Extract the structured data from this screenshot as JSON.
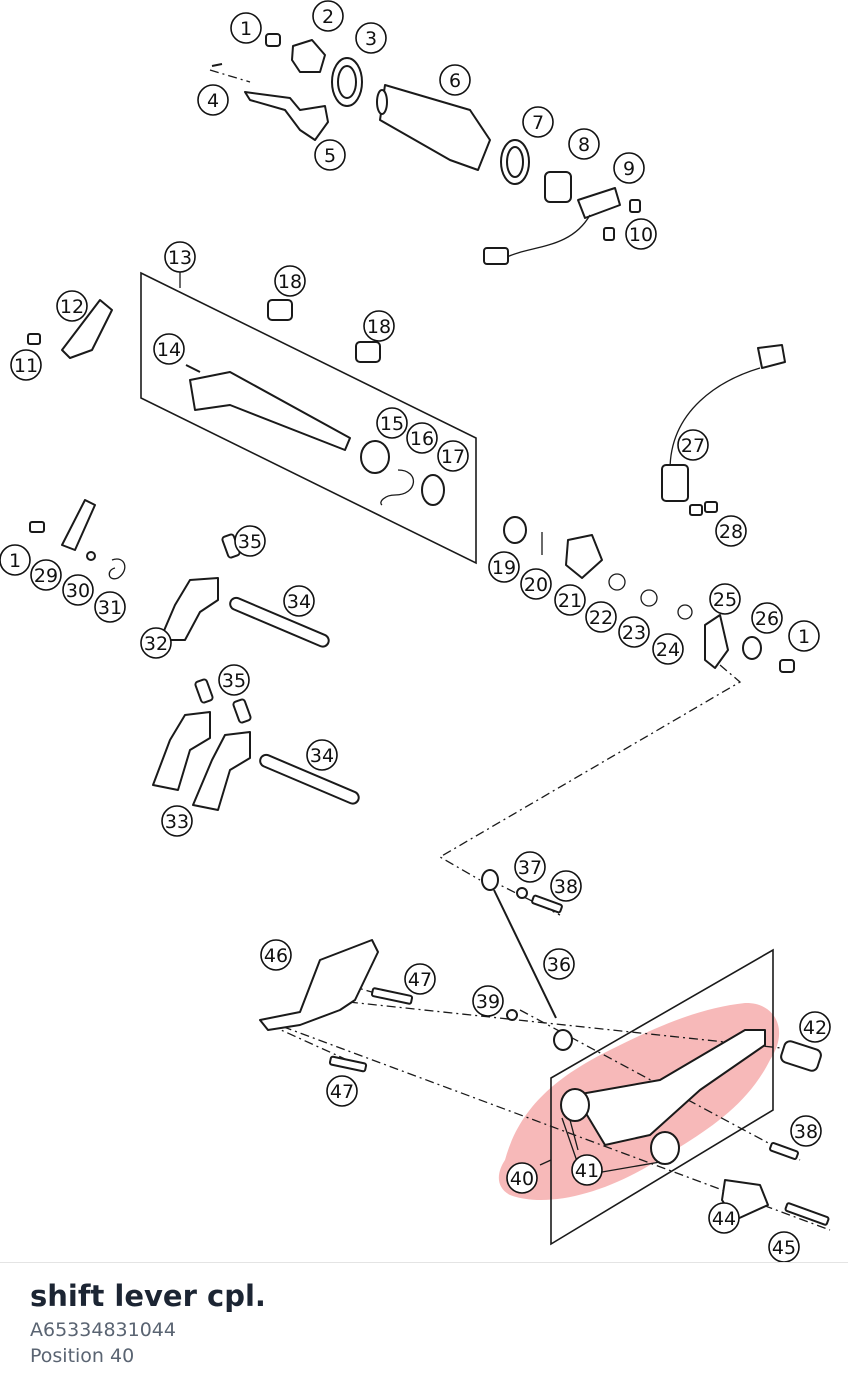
{
  "diagram": {
    "callouts": [
      {
        "label": "1"
      },
      {
        "label": "2"
      },
      {
        "label": "3"
      },
      {
        "label": "4"
      },
      {
        "label": "5"
      },
      {
        "label": "6"
      },
      {
        "label": "7"
      },
      {
        "label": "8"
      },
      {
        "label": "9"
      },
      {
        "label": "10"
      },
      {
        "label": "13"
      },
      {
        "label": "18"
      },
      {
        "label": "18"
      },
      {
        "label": "12"
      },
      {
        "label": "11"
      },
      {
        "label": "14"
      },
      {
        "label": "15"
      },
      {
        "label": "16"
      },
      {
        "label": "17"
      },
      {
        "label": "27"
      },
      {
        "label": "28"
      },
      {
        "label": "35"
      },
      {
        "label": "1"
      },
      {
        "label": "29"
      },
      {
        "label": "30"
      },
      {
        "label": "31"
      },
      {
        "label": "34"
      },
      {
        "label": "32"
      },
      {
        "label": "19"
      },
      {
        "label": "20"
      },
      {
        "label": "21"
      },
      {
        "label": "22"
      },
      {
        "label": "23"
      },
      {
        "label": "24"
      },
      {
        "label": "25"
      },
      {
        "label": "26"
      },
      {
        "label": "1"
      },
      {
        "label": "35"
      },
      {
        "label": "34"
      },
      {
        "label": "33"
      },
      {
        "label": "37"
      },
      {
        "label": "38"
      },
      {
        "label": "36"
      },
      {
        "label": "46"
      },
      {
        "label": "47"
      },
      {
        "label": "39"
      },
      {
        "label": "42"
      },
      {
        "label": "47"
      },
      {
        "label": "38"
      },
      {
        "label": "40"
      },
      {
        "label": "41"
      },
      {
        "label": "44"
      },
      {
        "label": "45"
      }
    ],
    "highlight": {
      "position": "40",
      "color": "#f08080"
    }
  },
  "part": {
    "name": "shift lever cpl.",
    "number": "A65334831044",
    "position_text": "Position 40"
  }
}
